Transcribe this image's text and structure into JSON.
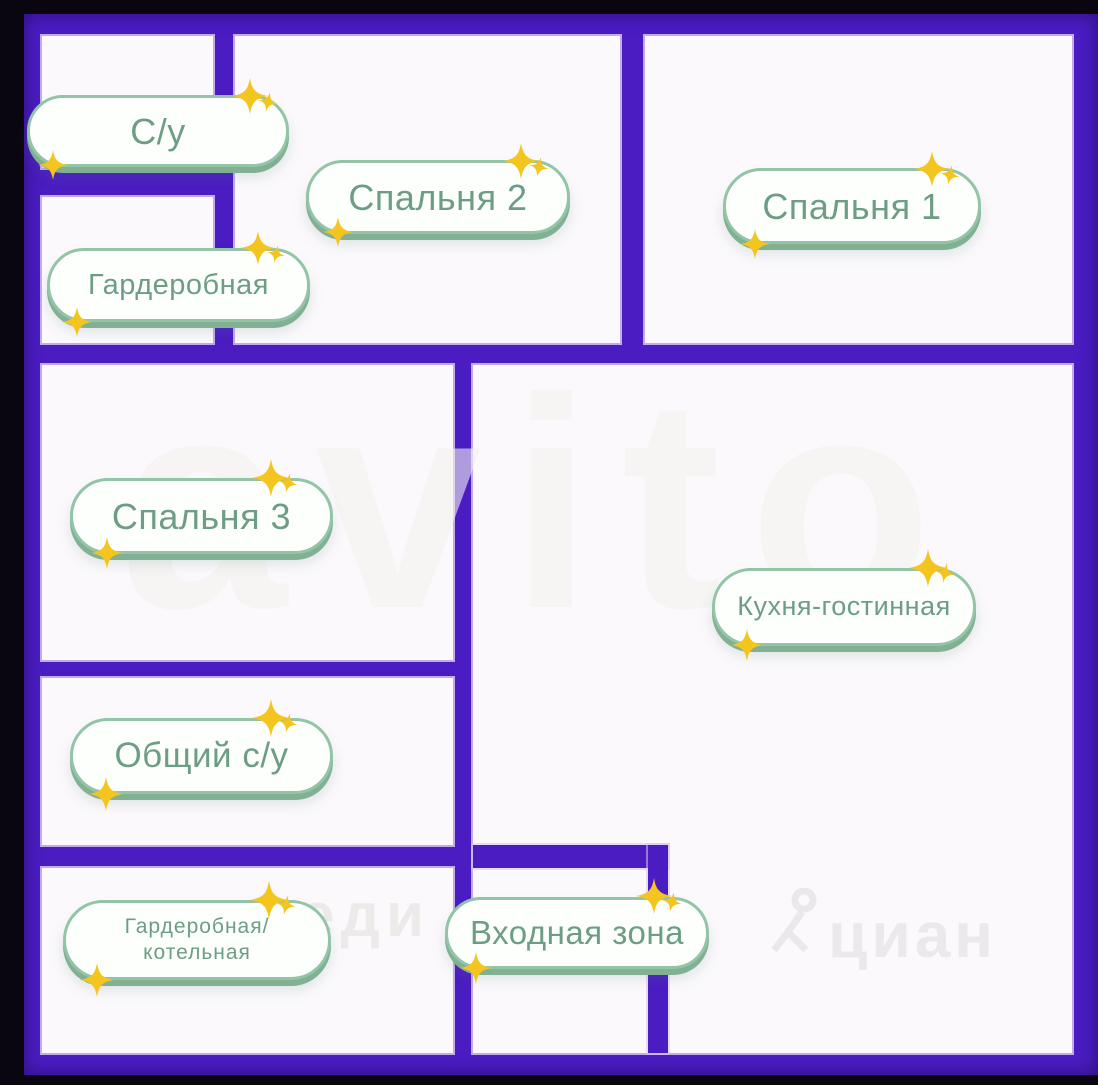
{
  "palette": {
    "outside_color": "#0a0610",
    "wall_color": "#4a1cc2",
    "room_color": "#fbf9fc",
    "pill_fill": "#fdfffd",
    "pill_border": "#92c4a6",
    "pill_shadow": "#82b093",
    "pill_text": "#6d9e85",
    "sparkle_color": "#f4c51e"
  },
  "rooms": [
    {
      "name": "bathroom",
      "label": "С/у"
    },
    {
      "name": "bedroom-2",
      "label": "Спальня 2"
    },
    {
      "name": "bedroom-1",
      "label": "Спальня 1"
    },
    {
      "name": "wardrobe",
      "label": "Гардеробная"
    },
    {
      "name": "bedroom-3",
      "label": "Спальня 3"
    },
    {
      "name": "kitchen-living",
      "label": "Кухня-гостинная"
    },
    {
      "name": "shared-bathroom",
      "label": "Общий с/у"
    },
    {
      "name": "wardrobe-boiler",
      "label_line1": "Гардеробная/",
      "label_line2": "котельная"
    },
    {
      "name": "entrance-zone",
      "label": "Входная зона"
    }
  ],
  "watermarks": {
    "center_text": "avito",
    "bottom_left_text": "еди",
    "bottom_right_text": "циан"
  }
}
